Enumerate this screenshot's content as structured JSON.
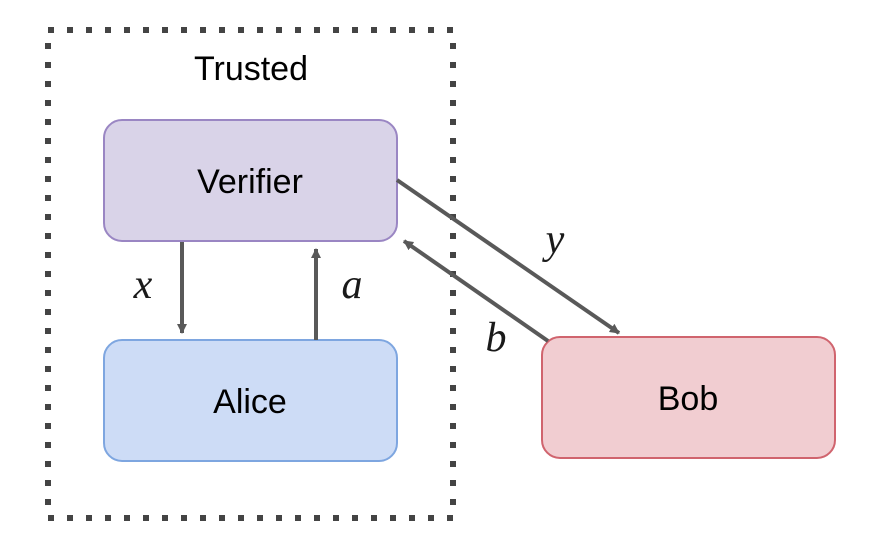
{
  "group": {
    "label": "Trusted"
  },
  "nodes": {
    "verifier": {
      "label": "Verifier",
      "fill": "#d9d3e8",
      "stroke": "#9a86c3"
    },
    "alice": {
      "label": "Alice",
      "fill": "#cddcf6",
      "stroke": "#7ea6e0"
    },
    "bob": {
      "label": "Bob",
      "fill": "#f1cdd1",
      "stroke": "#d0646e"
    }
  },
  "edges": [
    {
      "from": "Verifier",
      "to": "Alice",
      "label": "x"
    },
    {
      "from": "Alice",
      "to": "Verifier",
      "label": "a"
    },
    {
      "from": "Verifier",
      "to": "Bob",
      "label": "y"
    },
    {
      "from": "Bob",
      "to": "Verifier",
      "label": "b"
    }
  ],
  "colors": {
    "edge": "#595959",
    "group_border": "#444444"
  }
}
